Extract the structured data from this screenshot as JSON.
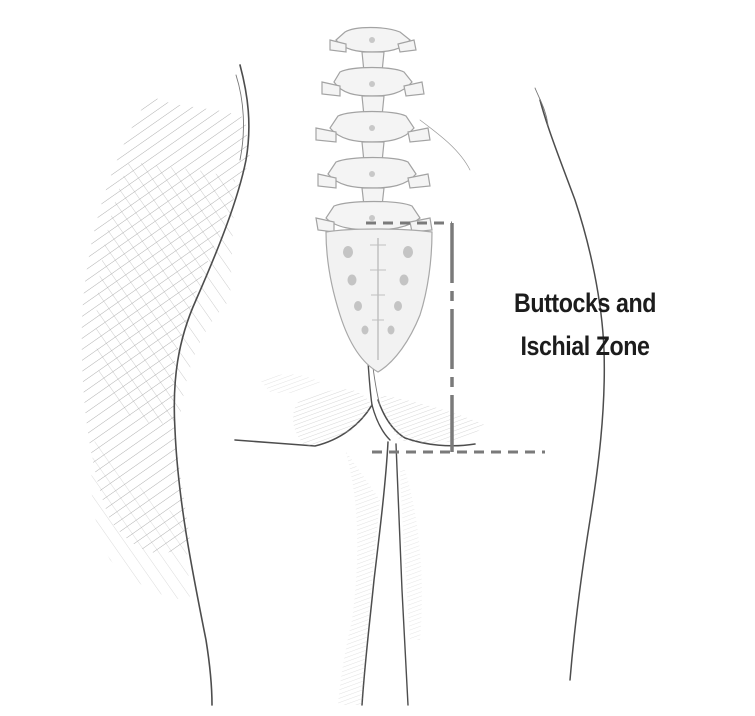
{
  "label": {
    "line1": "Buttocks and",
    "line2": "Ischial Zone"
  },
  "colors": {
    "background": "#ffffff",
    "pencil": "#555555",
    "bone": "#bdbdbd",
    "zone_outline": "#7a7a7a",
    "label_text": "#1c1c1c"
  },
  "icons": {
    "spine": "lumbar-spine-sketch",
    "sacrum": "sacrum-sketch"
  }
}
